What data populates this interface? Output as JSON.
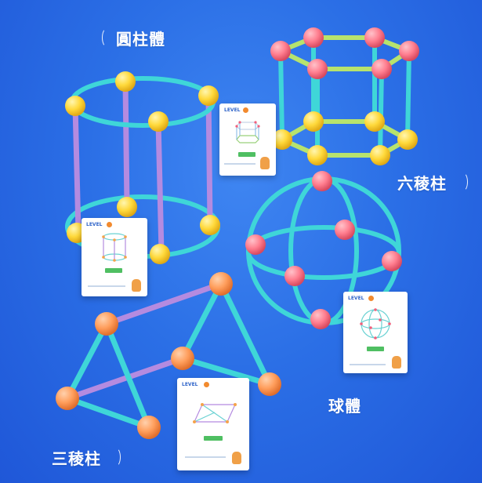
{
  "labels": {
    "cylinder": "圓柱體",
    "hexagonal_prism": "六稜柱",
    "sphere": "球體",
    "triangular_prism": "三稜柱"
  },
  "card_text": {
    "level": "LEVEL"
  },
  "colors": {
    "background": "#2b6fe6",
    "rod_cyan": "#3fd6d8",
    "rod_purple": "#b48be0",
    "rod_green": "#b7e36d",
    "ball_yellow": "#ffd93b",
    "ball_pink": "#ff7e8f",
    "ball_orange": "#ff9e5c"
  }
}
